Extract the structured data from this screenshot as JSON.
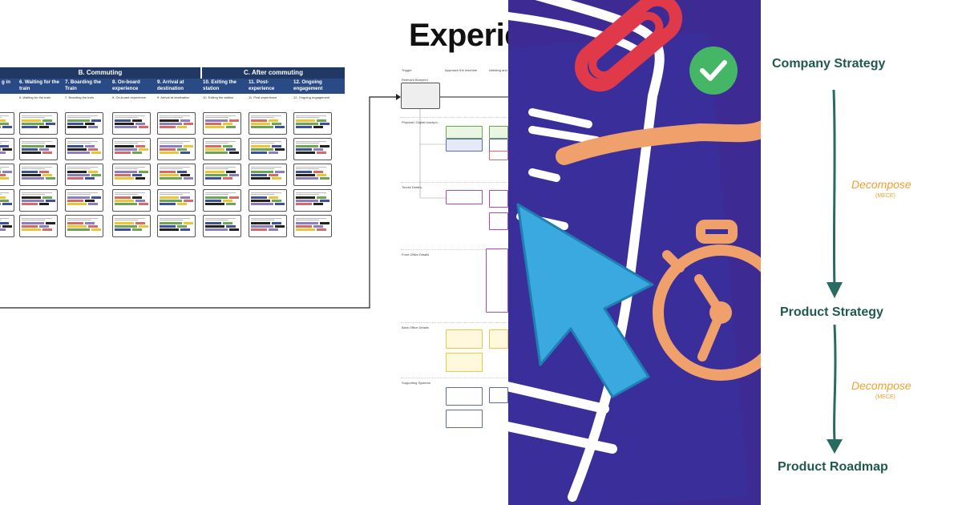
{
  "journey_map": {
    "title": "Experie",
    "phases": [
      {
        "label": "B. Commuting"
      },
      {
        "label": "C. After commuting"
      }
    ],
    "steps": [
      {
        "label": "g in"
      },
      {
        "label": "6. Waiting for the train"
      },
      {
        "label": "7. Boarding the Train"
      },
      {
        "label": "8. On-board experience"
      },
      {
        "label": "9. Arrival at destination"
      },
      {
        "label": "10. Exiting the station"
      },
      {
        "label": "11. Post-experience"
      },
      {
        "label": "12. Ongoing engagement"
      }
    ],
    "sublabels": [
      "6. Waiting for the train",
      "7. Boarding the train",
      "8. On-board experience",
      "9. Arrival at destination",
      "10. Exiting the station",
      "11. Post-experience",
      "12. Ongoing engagement"
    ],
    "blueprint_lanes": [
      "Trigger",
      "Approach the machine",
      "Initiating and",
      "Relevant Blueprint",
      "Physical / Digital touchpo...",
      "Tourist Details",
      "Front Office Details",
      "Back Office Details",
      "Supporting Systems"
    ]
  },
  "strategy": {
    "company": "Company Strategy",
    "decompose_1": "Decompose",
    "mece_1": "(MECE)",
    "product": "Product Strategy",
    "decompose_2": "Decompose",
    "mece_2": "(MECE)",
    "roadmap": "Product Roadmap"
  },
  "colors": {
    "header_navy": "#1f3864",
    "purple_bg": "#3d2a92",
    "strategy_green": "#1f5a4f",
    "decompose_orange": "#f0a030",
    "arrow_green": "#2a6b5f"
  },
  "icons": [
    "paperclip-icon",
    "checkmark-icon",
    "cursor-icon",
    "stopwatch-icon"
  ]
}
